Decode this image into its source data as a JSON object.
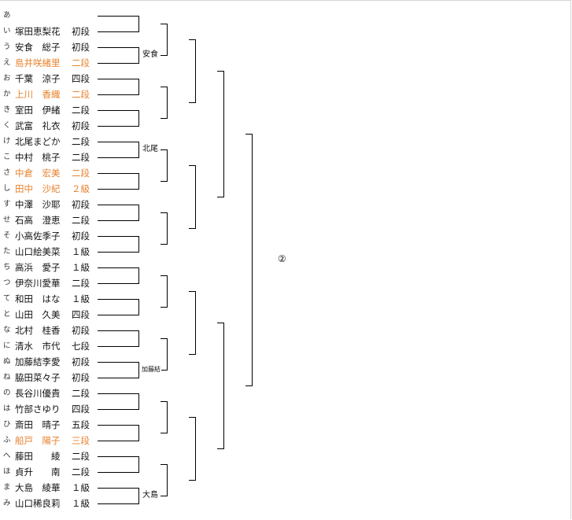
{
  "players": [
    {
      "kana": "あ",
      "name": "",
      "rank": "",
      "highlight": false
    },
    {
      "kana": "い",
      "name": "塚田恵梨花",
      "rank": "初段",
      "highlight": false
    },
    {
      "kana": "う",
      "name": "安食　総子",
      "rank": "初段",
      "highlight": false
    },
    {
      "kana": "え",
      "name": "島井咲緒里",
      "rank": "二段",
      "highlight": true
    },
    {
      "kana": "お",
      "name": "千葉　涼子",
      "rank": "四段",
      "highlight": false
    },
    {
      "kana": "か",
      "name": "上川　香織",
      "rank": "二段",
      "highlight": true
    },
    {
      "kana": "き",
      "name": "室田　伊緒",
      "rank": "二段",
      "highlight": false
    },
    {
      "kana": "く",
      "name": "武富　礼衣",
      "rank": "初段",
      "highlight": false
    },
    {
      "kana": "け",
      "name": "北尾まどか",
      "rank": "二段",
      "highlight": false
    },
    {
      "kana": "こ",
      "name": "中村　桃子",
      "rank": "二段",
      "highlight": false
    },
    {
      "kana": "さ",
      "name": "中倉　宏美",
      "rank": "二段",
      "highlight": true
    },
    {
      "kana": "し",
      "name": "田中　沙紀",
      "rank": "２級",
      "highlight": true
    },
    {
      "kana": "す",
      "name": "中澤　沙耶",
      "rank": "初段",
      "highlight": false
    },
    {
      "kana": "せ",
      "name": "石高　澄恵",
      "rank": "二段",
      "highlight": false
    },
    {
      "kana": "そ",
      "name": "小高佐季子",
      "rank": "初段",
      "highlight": false
    },
    {
      "kana": "た",
      "name": "山口絵美菜",
      "rank": "１級",
      "highlight": false
    },
    {
      "kana": "ち",
      "name": "高浜　愛子",
      "rank": "１級",
      "highlight": false
    },
    {
      "kana": "つ",
      "name": "伊奈川愛華",
      "rank": "二段",
      "highlight": false
    },
    {
      "kana": "て",
      "name": "和田　はな",
      "rank": "１級",
      "highlight": false
    },
    {
      "kana": "と",
      "name": "山田　久美",
      "rank": "四段",
      "highlight": false
    },
    {
      "kana": "な",
      "name": "北村　桂香",
      "rank": "初段",
      "highlight": false
    },
    {
      "kana": "に",
      "name": "清水　市代",
      "rank": "七段",
      "highlight": false
    },
    {
      "kana": "ぬ",
      "name": "加藤結李愛",
      "rank": "初段",
      "highlight": false
    },
    {
      "kana": "ね",
      "name": "脇田菜々子",
      "rank": "初段",
      "highlight": false
    },
    {
      "kana": "の",
      "name": "長谷川優貴",
      "rank": "二段",
      "highlight": false
    },
    {
      "kana": "は",
      "name": "竹部さゆり",
      "rank": "四段",
      "highlight": false
    },
    {
      "kana": "ひ",
      "name": "斎田　晴子",
      "rank": "五段",
      "highlight": false
    },
    {
      "kana": "ふ",
      "name": "船戸　陽子",
      "rank": "三段",
      "highlight": true
    },
    {
      "kana": "へ",
      "name": "藤田　　綾",
      "rank": "二段",
      "highlight": false
    },
    {
      "kana": "ほ",
      "name": "貞升　　南",
      "rank": "二段",
      "highlight": false
    },
    {
      "kana": "ま",
      "name": "大島　綾華",
      "rank": "１級",
      "highlight": false
    },
    {
      "kana": "み",
      "name": "山口稀良莉",
      "rank": "１級",
      "highlight": false
    }
  ],
  "winner_labels": {
    "ajiki": "安食",
    "kitao": "北尾",
    "kato": "加藤結",
    "oshima": "大島"
  },
  "final_mark": "②",
  "colors": {
    "highlight": "#e8822d",
    "line": "#000000",
    "border": "#d6d6d6"
  }
}
